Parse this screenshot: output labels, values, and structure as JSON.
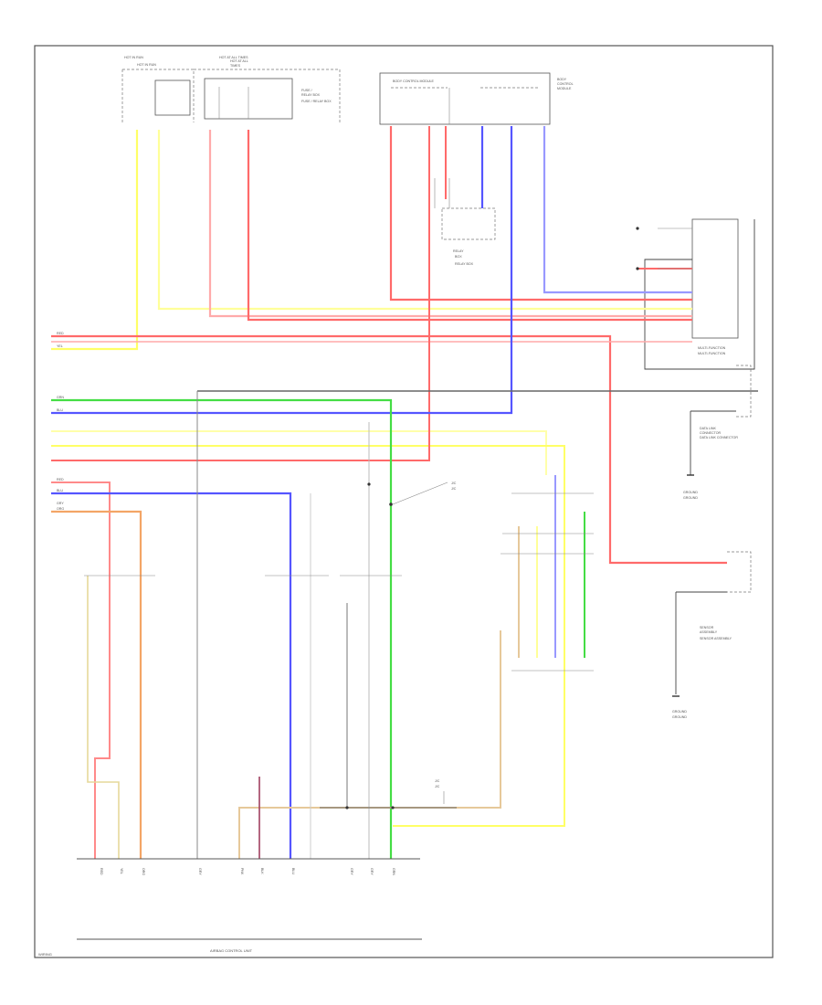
{
  "colors": {
    "red": "#ff6a6a",
    "pink": "#ffaaaa",
    "yellow": "#ffff66",
    "blue": "#5555ff",
    "lightblue": "#9999ff",
    "green": "#44dd44",
    "orange": "#f3a566",
    "tan": "#e6c89a",
    "gray": "#666666",
    "frame": "#555555"
  },
  "footer": {
    "left_code": "WIRING",
    "bottom_label": "AIRBAG CONTROL UNIT"
  },
  "components": {
    "fuse_block_left": "HOT IN RUN",
    "fuse_block_mid": "HOT AT ALL TIMES",
    "fuse_box": "FUSE / RELAY BOX",
    "top_right_unit": "BODY CONTROL MODULE",
    "relay_mid": "RELAY BOX",
    "right_connector": "MULTI-FUNCTION",
    "right_mid_connector": "DATA LINK CONNECTOR",
    "ground_a": "GROUND",
    "right_lower_unit": "SENSOR ASSEMBLY",
    "ground_b": "GROUND",
    "joint_a": "J/C",
    "joint_b": "J/C"
  },
  "wire_labels": {
    "red": "RED",
    "yel": "YEL",
    "blu": "BLU",
    "grn": "GRN",
    "gry": "GRY",
    "org": "ORG",
    "pnk": "PNK",
    "blk": "BLK"
  }
}
